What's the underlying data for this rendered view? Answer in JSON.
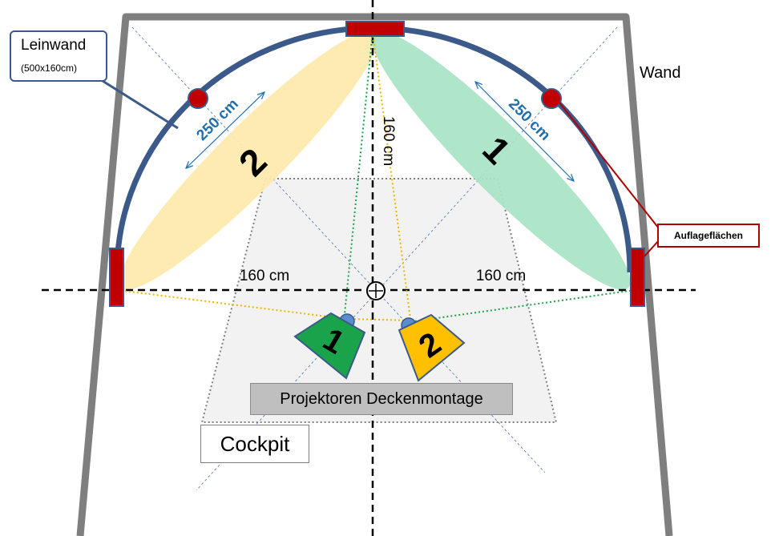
{
  "labels": {
    "leinwand_title": "Leinwand",
    "leinwand_size": "(500x160cm)",
    "wand": "Wand",
    "auflageflaechen": "Auflageflächen",
    "dist_left": "160 cm",
    "dist_right": "160 cm",
    "dist_vertical": "160 cm",
    "arc_left": "250 cm",
    "arc_right": "250 cm",
    "beam_1": "1",
    "beam_2": "2",
    "projector_1": "1",
    "projector_2": "2",
    "projectors": "Projektoren Deckenmontage",
    "cockpit": "Cockpit"
  },
  "colors": {
    "wall": "#7f7f7f",
    "screen_arc": "#3b5a8a",
    "support": "#c00000",
    "beam_1_fill": "#a8e3c4",
    "beam_2_fill": "#fde9ab",
    "projector_1": "#1aa34a",
    "projector_2": "#ffc000",
    "dim_text": "#1f6fb0",
    "callout_red": "#b00000"
  },
  "icons": {
    "center_marker": "crosshair-circle-icon"
  }
}
